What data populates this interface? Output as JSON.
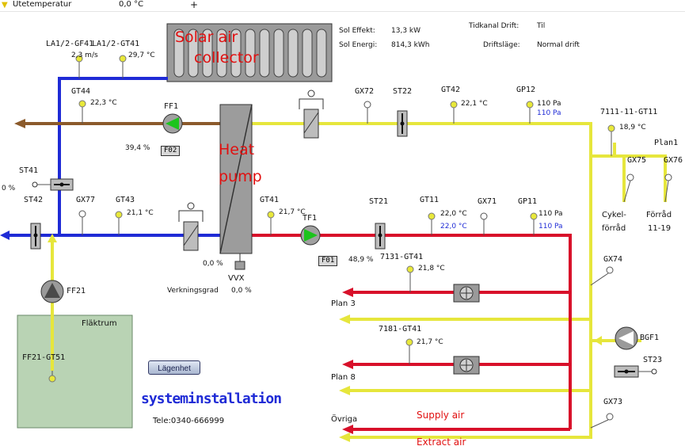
{
  "topbar": {
    "title": "Utetemperatur",
    "value": "0,0 °C",
    "plus": "+"
  },
  "solar": {
    "label_line1": "Solar air",
    "label_line2": "collector",
    "effekt_label": "Sol Effekt:",
    "effekt_value": "13,3 kW",
    "energi_label": "Sol Energi:",
    "energi_value": "814,3 kWh"
  },
  "status": {
    "tidkanal_label": "Tidkanal Drift:",
    "tidkanal_value": "Til",
    "driftlage_label": "Driftsläge:",
    "driftlage_value": "Normal drift"
  },
  "sensors": {
    "la1_gf41": {
      "name": "LA1/2-GF41",
      "value": "2,3 m/s"
    },
    "la1_gt41": {
      "name": "LA1/2-GT41",
      "value": "29,7 °C"
    },
    "gt44": {
      "name": "GT44",
      "value": "22,3 °C"
    },
    "gx72": {
      "name": "GX72"
    },
    "st22": {
      "name": "ST22"
    },
    "gt42": {
      "name": "GT42",
      "value": "22,1 °C"
    },
    "gp12": {
      "name": "GP12",
      "value": "110 Pa",
      "setpoint": "110 Pa"
    },
    "gt11_7111": {
      "name": "7111-11-GT11",
      "value": "18,9 °C"
    },
    "st41": {
      "name": "ST41",
      "value": "0 %"
    },
    "st42": {
      "name": "ST42"
    },
    "gx77": {
      "name": "GX77"
    },
    "gt43": {
      "name": "GT43",
      "value": "21,1 °C"
    },
    "gt41": {
      "name": "GT41",
      "value": "21,7 °C"
    },
    "st21": {
      "name": "ST21"
    },
    "gt11": {
      "name": "GT11",
      "value": "22,0 °C",
      "setpoint": "22,0 °C"
    },
    "gx71": {
      "name": "GX71"
    },
    "gp11": {
      "name": "GP11",
      "value": "110 Pa",
      "setpoint": "110 Pa"
    },
    "gx75": {
      "name": "GX75"
    },
    "gx76": {
      "name": "GX76"
    },
    "gx74": {
      "name": "GX74"
    },
    "gt41_7131": {
      "name": "7131-GT41",
      "value": "21,8 °C"
    },
    "gt41_7181": {
      "name": "7181-GT41",
      "value": "21,7 °C"
    },
    "st23": {
      "name": "ST23"
    },
    "gx73": {
      "name": "GX73"
    },
    "ff21_gt51": {
      "name": "FF21-GT51"
    }
  },
  "fans": {
    "ff1": {
      "name": "FF1",
      "percent": "39,4 %",
      "box": "F02"
    },
    "tf1": {
      "name": "TF1",
      "percent": "48,9 %",
      "box": "F01"
    },
    "ff21": {
      "name": "FF21"
    },
    "bgf1": {
      "name": "BGF1"
    }
  },
  "heatpump": {
    "line1": "Heat",
    "line2": "pump",
    "vvx": "VVX",
    "vvx_value": "0,0 %",
    "efficiency_label": "Verkningsgrad",
    "efficiency_value": "0,0 %"
  },
  "zones": {
    "plan1": "Plan1",
    "plan3": "Plan 3",
    "plan8": "Plan 8",
    "ovriga": "Övriga",
    "cykel_line1": "Cykel-",
    "cykel_line2": "förråd",
    "forrad_line1": "Förråd",
    "forrad_line2": "11-19"
  },
  "fan_room": {
    "label": "Fläktrum"
  },
  "flows": {
    "supply": "Supply air",
    "extract": "Extract air"
  },
  "footer": {
    "button": "Lägenhet",
    "brand": "systeminstallation",
    "phone": "Tele:0340-666999"
  },
  "colors": {
    "blue": "#1f2bd6",
    "red": "#d8102a",
    "yellow": "#e6e63c",
    "brown": "#8b5a2b",
    "green_room": "#b9d3b4"
  }
}
